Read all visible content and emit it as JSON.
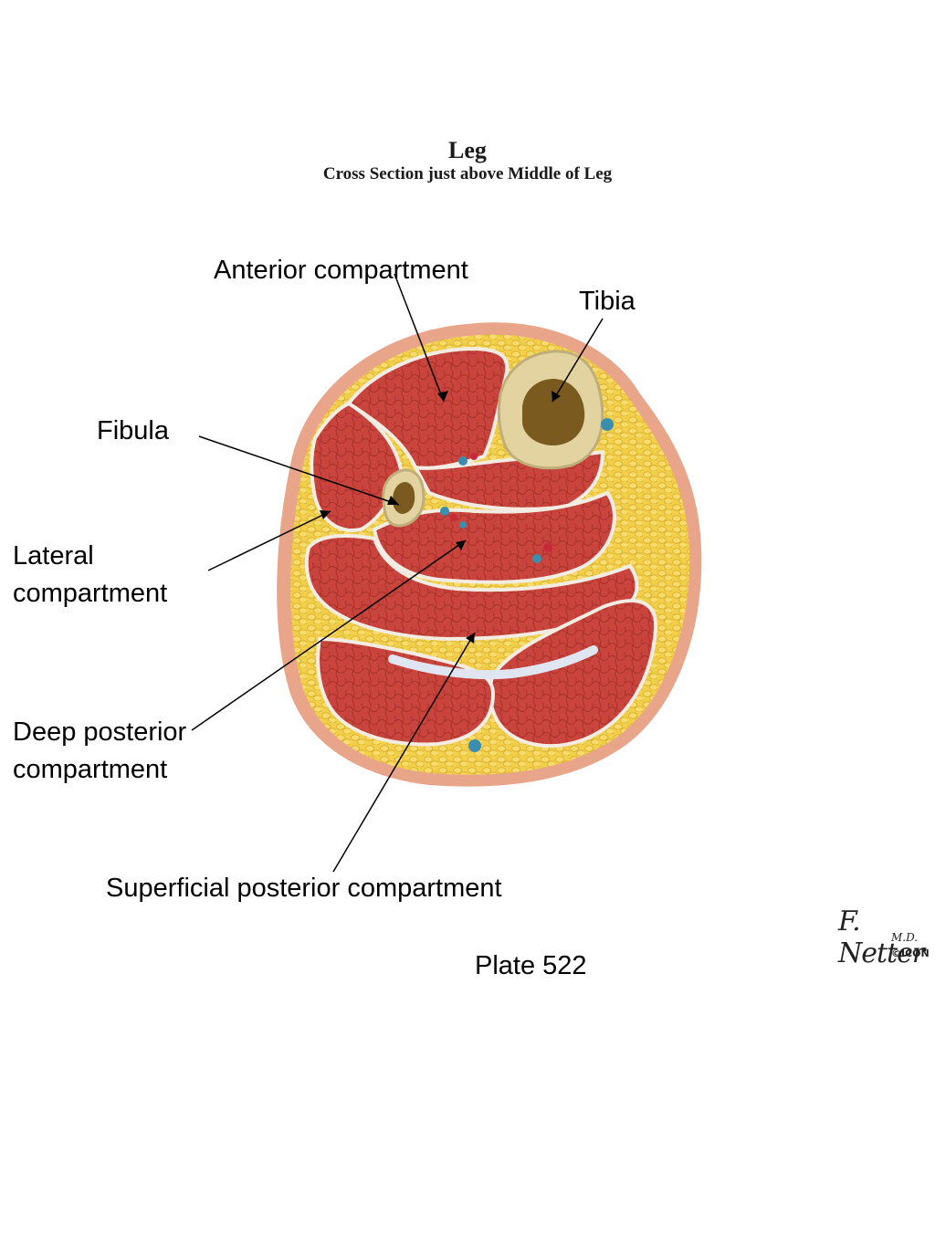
{
  "title": {
    "main": "Leg",
    "subtitle": "Cross Section just above Middle of Leg"
  },
  "labels": {
    "anterior": "Anterior compartment",
    "tibia": "Tibia",
    "fibula": "Fibula",
    "lateral_line1": "Lateral",
    "lateral_line2": "compartment",
    "deep_line1": "Deep posterior",
    "deep_line2": "compartment",
    "superficial": "Superficial posterior compartment",
    "plate": "Plate 522"
  },
  "signature": {
    "name": "F. Netter",
    "suffix": "M.D.",
    "copyright": "©ICON"
  },
  "colors": {
    "muscle": "#c9443c",
    "muscle_dark": "#a8302b",
    "fat": "#f2cf4a",
    "skin": "#e8a58a",
    "bone": "#e3d3a1",
    "marrow": "#7a5a1e",
    "fascia": "#f3ece2",
    "vessel_blue": "#3a8fb0",
    "vessel_red": "#c8283a"
  }
}
